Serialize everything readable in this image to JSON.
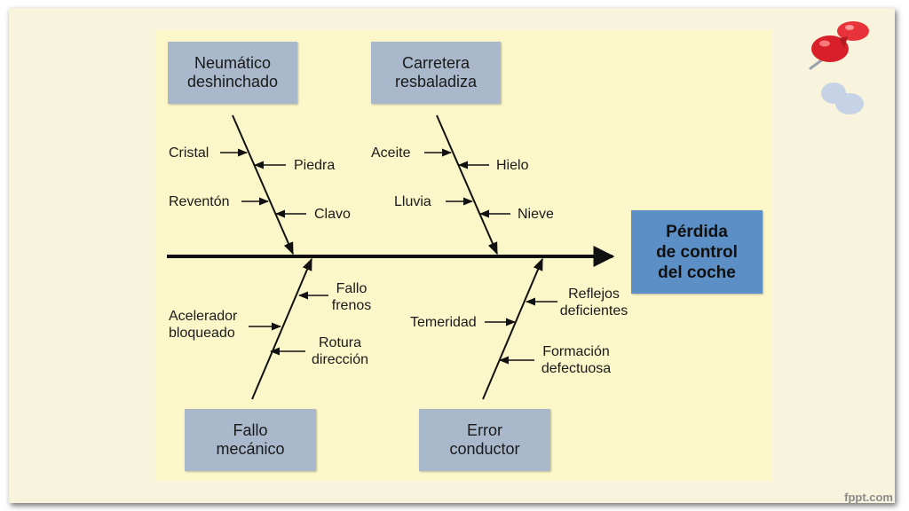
{
  "effect": "Pérdida\nde control\ndel coche",
  "categories": {
    "neumatico": "Neumático\ndeshinchado",
    "carretera": "Carretera\nresbaladiza",
    "mecanico": "Fallo\nmecánico",
    "conductor": "Error\nconductor"
  },
  "causes": {
    "cristal": "Cristal",
    "piedra": "Piedra",
    "reventon": "Reventón",
    "clavo": "Clavo",
    "aceite": "Aceite",
    "hielo": "Hielo",
    "lluvia": "Lluvia",
    "nieve": "Nieve",
    "fallo_frenos": "Fallo\nfrenos",
    "acelerador": "Acelerador\nbloqueado",
    "rotura": "Rotura\ndirección",
    "reflejos": "Reflejos\ndeficientes",
    "temeridad": "Temeridad",
    "formacion": "Formación\ndefectuosa"
  },
  "watermark": "fppt.com",
  "colors": {
    "category_box": "#a9b8cb",
    "effect_box": "#5c8fc6",
    "figure_bg": "#fcf7c9",
    "pin": "#d9202a"
  }
}
